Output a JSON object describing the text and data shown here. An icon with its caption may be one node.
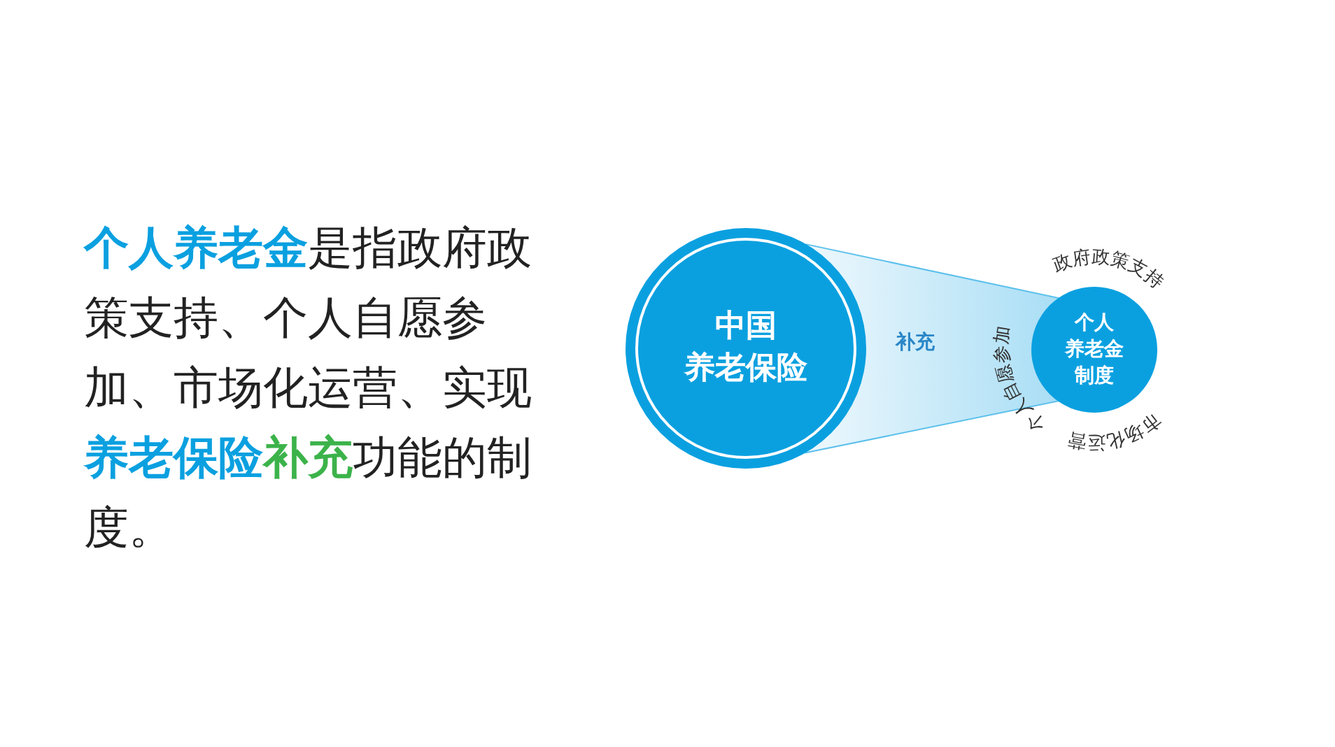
{
  "diagram": {
    "nodes": [
      {
        "text": [
          "中国养老保险"
        ]
      },
      {
        "text": [
          "个人养老金制度"
        ],
        "beside": [
          "政府政策支持",
          "个人自愿参加",
          "市场化运营"
        ]
      }
    ],
    "edges": [
      {
        "from": 0,
        "to": 1,
        "arrow": "none",
        "label": "补充",
        "style": "thick"
      }
    ],
    "labels": [
      "**个人养老金**是指政府政策支持、个人自愿参加、市场化运营、实现**养老保险****补充**功能的制度。"
    ]
  }
}
